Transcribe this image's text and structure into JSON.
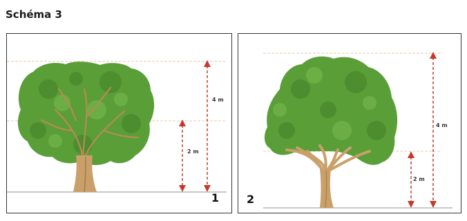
{
  "title": "Schéma 3",
  "panels": [
    {
      "number": "1",
      "height_high": "4 m",
      "height_low": "2 m"
    },
    {
      "number": "2",
      "height_high": "4 m",
      "height_low": "2 m"
    }
  ],
  "colors": {
    "foliage": "#5a9e38",
    "foliage_dark": "#3d7a25",
    "trunk": "#c9a06a",
    "trunk_dark": "#a87a45",
    "arrow": "#c8372b",
    "guide": "#e8c9b0",
    "ground": "#c9c9c9"
  }
}
